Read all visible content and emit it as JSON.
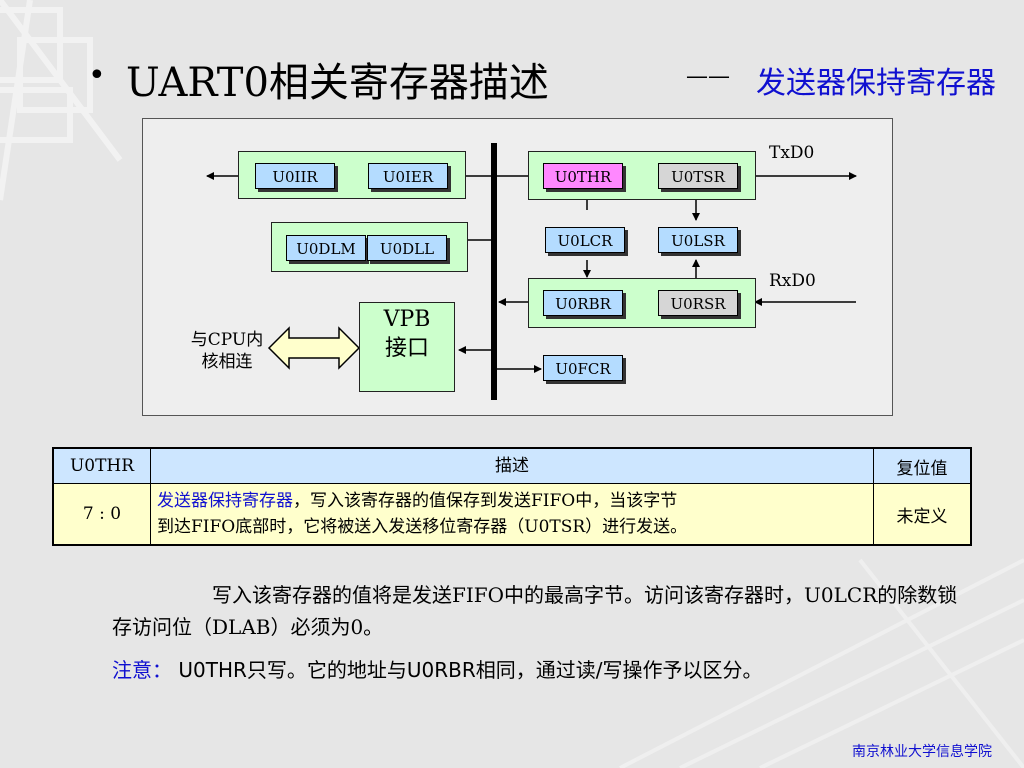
{
  "slide": {
    "bullet": "•",
    "title": "UART0相关寄存器描述",
    "dash": "——",
    "subtitle": "发送器保持寄存器",
    "footer": "南京林业大学信息学院"
  },
  "diagram": {
    "registers": {
      "u0iir": "U0IIR",
      "u0ier": "U0IER",
      "u0dlm": "U0DLM",
      "u0dll": "U0DLL",
      "u0thr": "U0THR",
      "u0tsr": "U0TSR",
      "u0lcr": "U0LCR",
      "u0lsr": "U0LSR",
      "u0rbr": "U0RBR",
      "u0rsr": "U0RSR",
      "u0fcr": "U0FCR"
    },
    "vpb_line1": "VPB",
    "vpb_line2": "接口",
    "txd": "TxD0",
    "rxd": "RxD0",
    "cpu_line1": "与CPU内",
    "cpu_line2": "核相连",
    "colors": {
      "group": "#ccffcc",
      "register": "#b4dcff",
      "highlight": "#ff88ff",
      "shift": "#d6d6d6"
    }
  },
  "table": {
    "headers": [
      "U0THR",
      "描述",
      "复位值"
    ],
    "row": {
      "bits": "7 : 0",
      "desc_highlight": "发送器保持寄存器",
      "desc_line1": "，写入该寄存器的值保存到发送FIFO中，当该字节",
      "desc_line2": "到达FIFO底部时，它将被送入发送移位寄存器（U0TSR）进行发送。",
      "reset": "未定义"
    }
  },
  "paragraph": "写入该寄存器的值将是发送FIFO中的最高字节。访问该寄存器时，U0LCR的除数锁存访问位（DLAB）必须为0。",
  "note": {
    "label": "注意：",
    "text": "U0THR只写。它的地址与U0RBR相同，通过读/写操作予以区分。"
  }
}
